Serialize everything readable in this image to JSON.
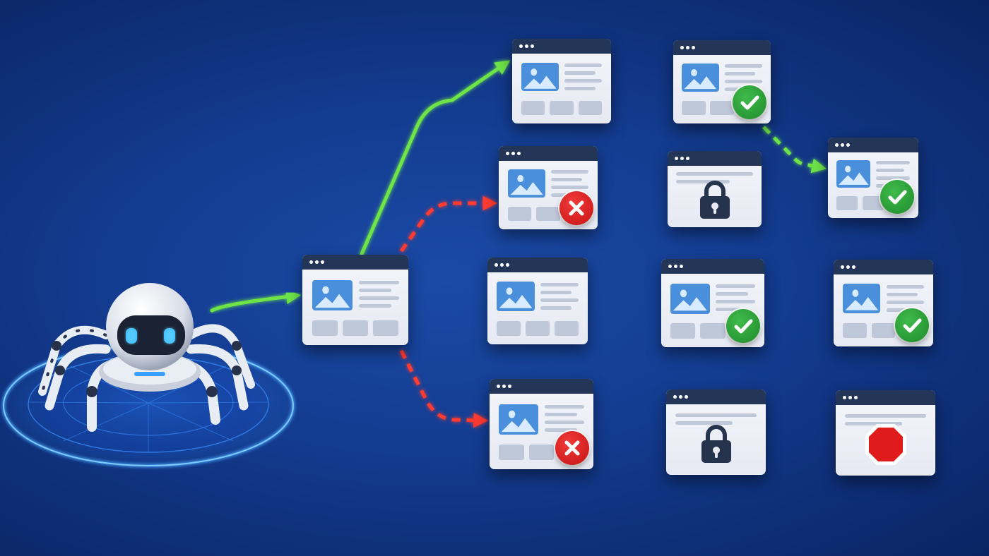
{
  "colors": {
    "background": "#143d92",
    "success_edge": "#6ee44a",
    "blocked_edge": "#ff3b30",
    "window_bar": "#233657",
    "image_tile": "#4a8fdc",
    "ok_badge": "#2aa53a",
    "fail_badge": "#dd1f1f"
  },
  "crawler": {
    "icon": "robot-spider-icon"
  },
  "nodes": [
    {
      "id": "root",
      "kind": "page",
      "badge": "none"
    },
    {
      "id": "a1",
      "kind": "page",
      "badge": "none"
    },
    {
      "id": "a2",
      "kind": "page",
      "badge": "check"
    },
    {
      "id": "a3",
      "kind": "page",
      "badge": "check"
    },
    {
      "id": "b1",
      "kind": "page",
      "badge": "cross"
    },
    {
      "id": "b2",
      "kind": "locked-page",
      "badge": "none"
    },
    {
      "id": "c1",
      "kind": "page",
      "badge": "none"
    },
    {
      "id": "c2",
      "kind": "page",
      "badge": "check"
    },
    {
      "id": "c3",
      "kind": "page",
      "badge": "check"
    },
    {
      "id": "d1",
      "kind": "page",
      "badge": "cross"
    },
    {
      "id": "d2",
      "kind": "locked-page",
      "badge": "none"
    },
    {
      "id": "d3",
      "kind": "stop-page",
      "badge": "none"
    }
  ],
  "edges": [
    {
      "from": "crawler",
      "to": "root",
      "status": "allowed",
      "style": "solid"
    },
    {
      "from": "root",
      "to": "a1",
      "status": "allowed",
      "style": "solid"
    },
    {
      "from": "a1",
      "to": "a2",
      "status": "allowed",
      "style": "solid"
    },
    {
      "from": "a2",
      "to": "a3",
      "status": "allowed",
      "style": "dashed"
    },
    {
      "from": "root",
      "to": "b1",
      "status": "blocked",
      "style": "dashed"
    },
    {
      "from": "b1",
      "to": "b2",
      "status": "blocked",
      "style": "dashed"
    },
    {
      "from": "root",
      "to": "c1",
      "status": "allowed",
      "style": "solid"
    },
    {
      "from": "c1",
      "to": "c2",
      "status": "allowed",
      "style": "solid"
    },
    {
      "from": "c2",
      "to": "c3",
      "status": "allowed",
      "style": "solid"
    },
    {
      "from": "root",
      "to": "d1",
      "status": "blocked",
      "style": "dashed"
    },
    {
      "from": "d1",
      "to": "d2",
      "status": "blocked",
      "style": "dashed"
    },
    {
      "from": "d2",
      "to": "d3",
      "status": "blocked",
      "style": "dashed"
    }
  ]
}
